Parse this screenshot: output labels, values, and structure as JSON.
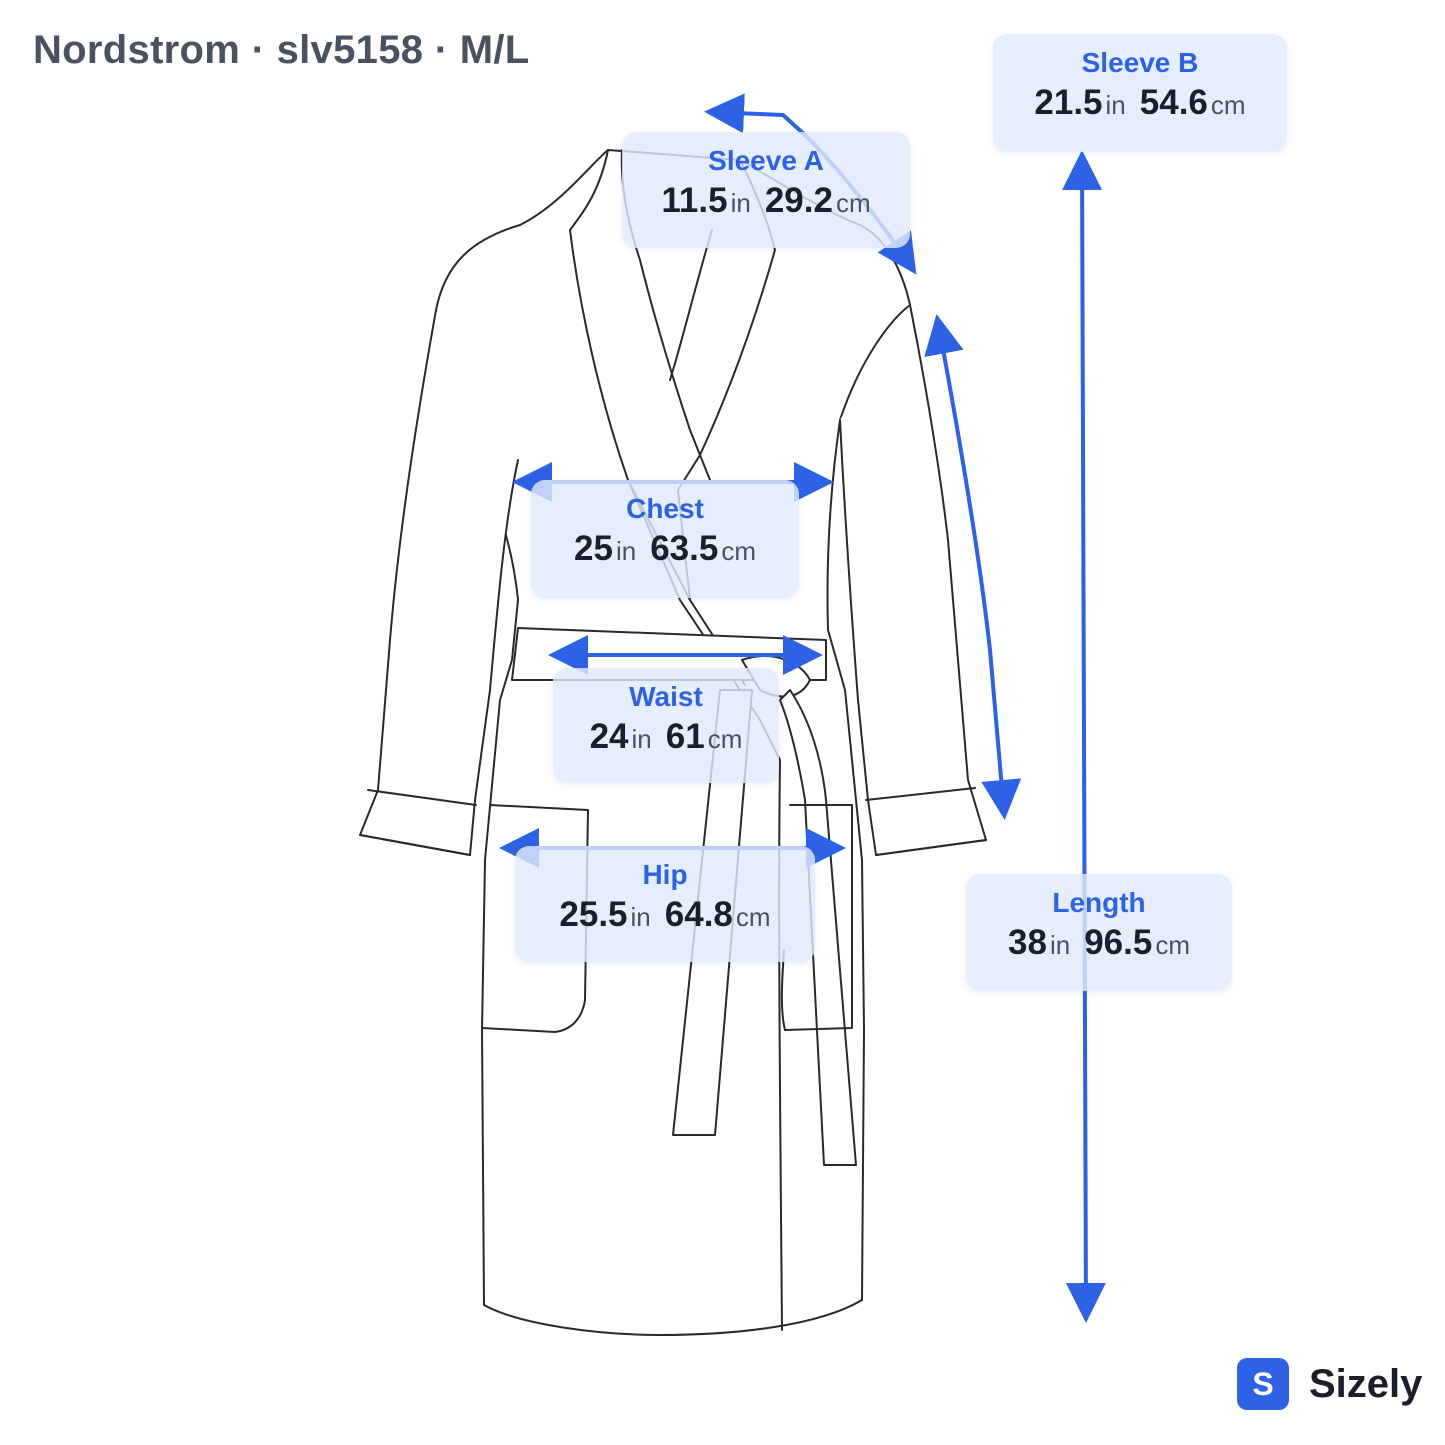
{
  "title": "Nordstrom · slv5158 · M/L",
  "accent_color": "#2d62e6",
  "measurements": {
    "sleeve_a": {
      "name": "Sleeve A",
      "in": "11.5",
      "cm": "29.2"
    },
    "sleeve_b": {
      "name": "Sleeve B",
      "in": "21.5",
      "cm": "54.6"
    },
    "chest": {
      "name": "Chest",
      "in": "25",
      "cm": "63.5"
    },
    "waist": {
      "name": "Waist",
      "in": "24",
      "cm": "61"
    },
    "hip": {
      "name": "Hip",
      "in": "25.5",
      "cm": "64.8"
    },
    "length": {
      "name": "Length",
      "in": "38",
      "cm": "96.5"
    }
  },
  "units": {
    "in": "in",
    "cm": "cm"
  },
  "brand": {
    "logo_letter": "S",
    "name": "Sizely",
    "logo_icon": "sizely-logo-icon"
  }
}
